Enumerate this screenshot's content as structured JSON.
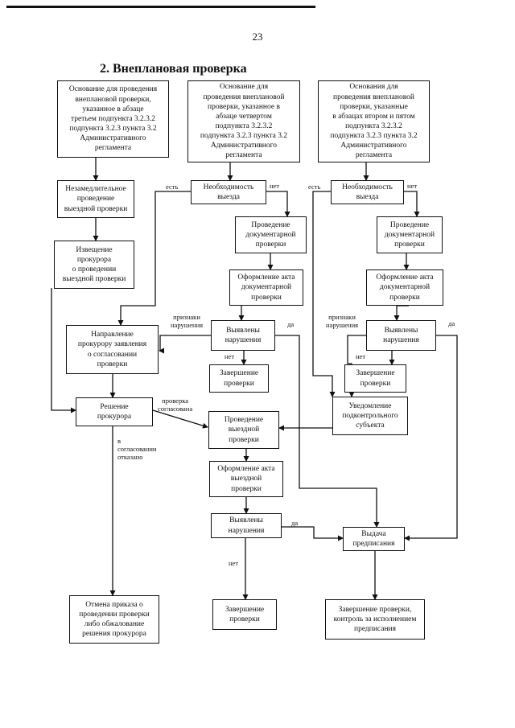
{
  "page_number": "23",
  "section_title": "2. Внеплановая проверка",
  "boxes": {
    "basis_third": "Основание для проведения\nвнеплановой проверки,\nуказанное в абзаце\nтретьем подпункта 3.2.3.2\nподпункта 3.2.3 пункта 3.2\nАдминистративного\nрегламента",
    "basis_fourth": "Основание для\nпроведения внеплановой\nпроверки, указанное в\nабзаце четвертом\nподпункта 3.2.3.2\nподпункта 3.2.3 пункта 3.2\nАдминистративного\nрегламента",
    "basis_second_fifth": "Основания для\nпроведения внеплановой\nпроверки, указанные\nв абзацах втором и пятом\nподпункта 3.2.3.2\nподпункта 3.2.3 пункта 3.2\nАдминистративного\nрегламента",
    "immediate_onsite": "Незамедлительное\nпроведение\nвыездной проверки",
    "need_visit_1": "Необходимость\nвыезда",
    "need_visit_2": "Необходимость\nвыезда",
    "notify_prosecutor": "Извещение\nпрокурора\nо проведении\nвыездной проверки",
    "doc_check_1": "Проведение\nдокументарной\nпроверки",
    "doc_check_2": "Проведение\nдокументарной\nпроверки",
    "doc_act_1": "Оформление акта\nдокументарной\nпроверки",
    "doc_act_2": "Оформление акта\nдокументарной\nпроверки",
    "send_application": "Направление\nпрокурору заявления\nо согласовании\nпроверки",
    "violations_1": "Выявлены\nнарушения",
    "violations_2": "Выявлены\nнарушения",
    "finish_1": "Завершение\nпроверки",
    "finish_2": "Завершение\nпроверки",
    "prosecutor_decision": "Решение\nпрокурора",
    "onsite_check": "Проведение\nвыездной\nпроверки",
    "notify_subject": "Уведомление\nподконтрольного\nсубъекта",
    "onsite_act": "Оформление акта\nвыездной\nпроверки",
    "violations_3": "Выявлены\nнарушения",
    "issue_order": "Выдача\nпредписания",
    "cancel_order": "Отмена приказа о\nпроведении проверки\nлибо обжалование\nрешения прокурора",
    "finish_3": "Завершение\nпроверки",
    "finish_control": "Завершение проверки,\nконтроль за исполнением\nпредписания"
  },
  "edge_labels": {
    "est_1": "есть",
    "net_1": "нет",
    "est_2": "есть",
    "net_2": "нет",
    "priznaki_1": "признаки\nнарушения",
    "da_1": "да",
    "net_3": "нет",
    "priznaki_2": "признаки\nнарушения",
    "da_2": "да",
    "net_4": "нет",
    "agreed": "проверка\nсогласована",
    "refused": "в\nсогласовании\nотказано",
    "da_3": "да",
    "net_5": "нет"
  }
}
